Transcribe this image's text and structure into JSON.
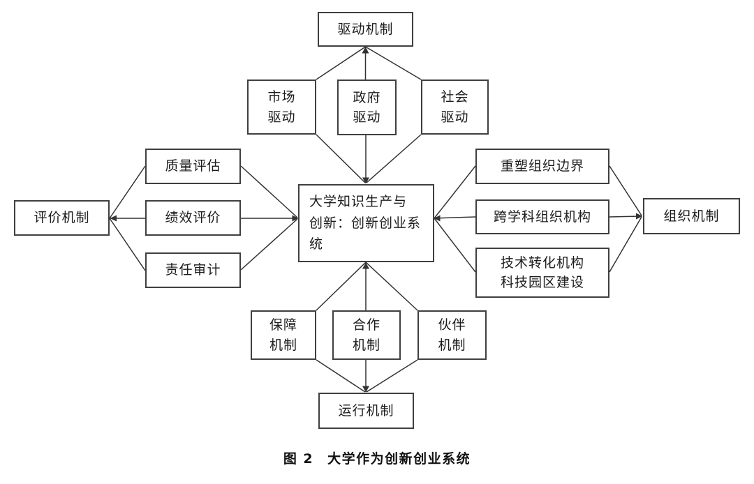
{
  "figure": {
    "caption": {
      "label": "图 2",
      "title": "大学作为创新创业系统"
    },
    "nodes": {
      "drive": {
        "label": "驱动机制"
      },
      "market": {
        "label": "市场\n驱动"
      },
      "government": {
        "label": "政府\n驱动"
      },
      "society": {
        "label": "社会\n驱动"
      },
      "center": {
        "label": "大学知识生产与\n创新：创新创业系\n统"
      },
      "evaluation": {
        "label": "评价机制"
      },
      "quality": {
        "label": "质量评估"
      },
      "performance": {
        "label": "绩效评价"
      },
      "audit": {
        "label": "责任审计"
      },
      "reshape": {
        "label": "重塑组织边界"
      },
      "interdisciplinary": {
        "label": "跨学科组织机构"
      },
      "tech_transfer": {
        "label": "技术转化机构\n科技园区建设"
      },
      "organization": {
        "label": "组织机制"
      },
      "guarantee": {
        "label": "保障\n机制"
      },
      "cooperation": {
        "label": "合作\n机制"
      },
      "partner": {
        "label": "伙伴\n机制"
      },
      "operation": {
        "label": "运行机制"
      }
    },
    "edges": [
      {
        "from": "market",
        "to": "drive"
      },
      {
        "from": "government",
        "to": "drive"
      },
      {
        "from": "society",
        "to": "drive"
      },
      {
        "from": "market",
        "to": "center"
      },
      {
        "from": "government",
        "to": "center"
      },
      {
        "from": "society",
        "to": "center"
      },
      {
        "from": "quality",
        "to": "evaluation"
      },
      {
        "from": "performance",
        "to": "evaluation"
      },
      {
        "from": "audit",
        "to": "evaluation"
      },
      {
        "from": "quality",
        "to": "center"
      },
      {
        "from": "performance",
        "to": "center"
      },
      {
        "from": "audit",
        "to": "center"
      },
      {
        "from": "reshape",
        "to": "organization"
      },
      {
        "from": "interdisciplinary",
        "to": "organization"
      },
      {
        "from": "tech_transfer",
        "to": "organization"
      },
      {
        "from": "reshape",
        "to": "center"
      },
      {
        "from": "interdisciplinary",
        "to": "center"
      },
      {
        "from": "tech_transfer",
        "to": "center"
      },
      {
        "from": "guarantee",
        "to": "operation"
      },
      {
        "from": "cooperation",
        "to": "operation"
      },
      {
        "from": "partner",
        "to": "operation"
      },
      {
        "from": "guarantee",
        "to": "center"
      },
      {
        "from": "cooperation",
        "to": "center"
      },
      {
        "from": "partner",
        "to": "center"
      }
    ]
  }
}
